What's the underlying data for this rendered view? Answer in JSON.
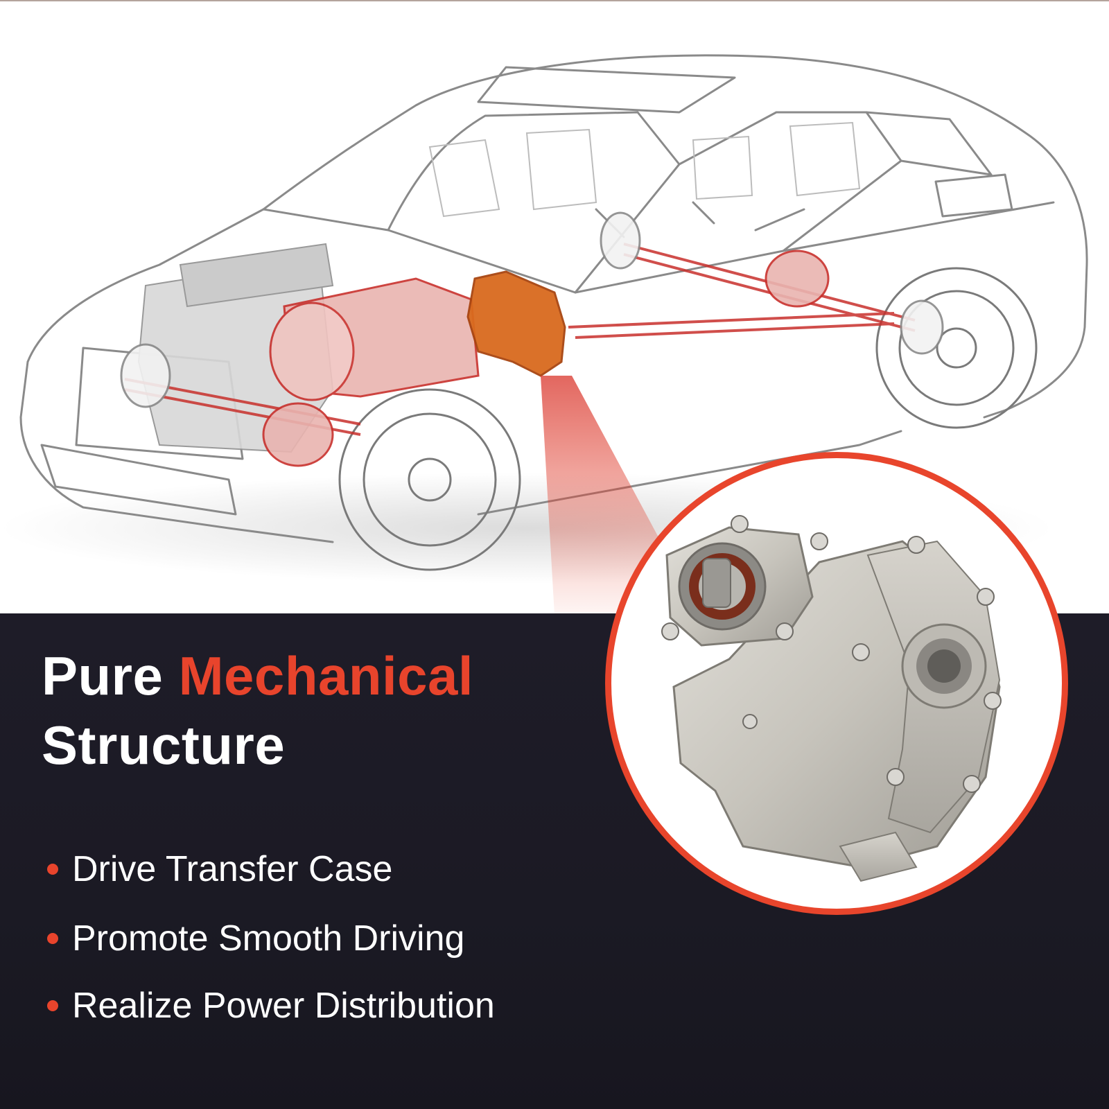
{
  "headline": {
    "line1_plain": "Pure",
    "line1_accent": "Mechanical",
    "line2": "Structure"
  },
  "features": [
    "Drive Transfer Case",
    "Promote Smooth Driving",
    "Realize Power Distribution"
  ],
  "colors": {
    "accent": "#e8442c",
    "dark_background": "#1c1b25",
    "highlight_part": "#d96a1e",
    "drivetrain_red": "#c8302c"
  },
  "icons": {
    "bullet": "red-dot-bullet"
  }
}
